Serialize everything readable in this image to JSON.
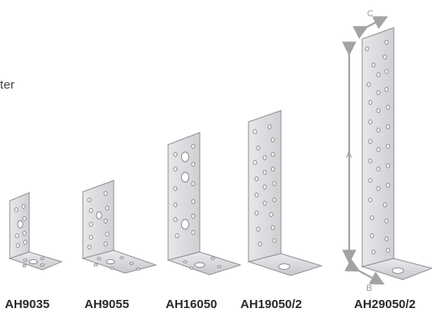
{
  "intro_fragment": "ter",
  "products": [
    {
      "label": "AH9035"
    },
    {
      "label": "AH9055"
    },
    {
      "label": "AH16050"
    },
    {
      "label": "AH19050/2"
    },
    {
      "label": "AH29050/2"
    }
  ],
  "dimensions": {
    "a_label": "A",
    "b_label": "B",
    "c_label": "C"
  },
  "colors": {
    "metal_face": "#d9dadc",
    "metal_edge": "#8e9094",
    "hole_fill": "#ffffff",
    "dimension_arrow": "#a3a3a3",
    "label_text": "#2a2a2a"
  }
}
